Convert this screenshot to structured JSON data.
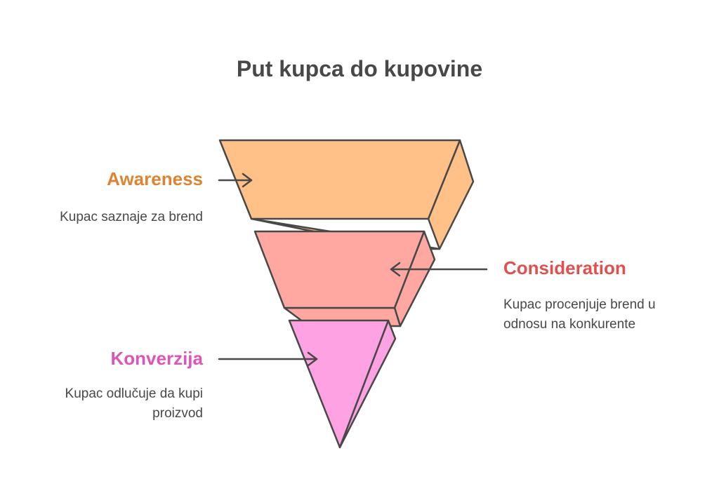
{
  "title": "Put kupca do kupovine",
  "stages": [
    {
      "label": "Awareness",
      "description": "Kupac saznaje za brend",
      "label_color": "#DE8431",
      "front_color": "#FFC187",
      "side_color": "#FFC187"
    },
    {
      "label": "Consideration",
      "description_lines": [
        "Kupac procenjuje brend u",
        "odnosu na konkurente"
      ],
      "label_color": "#E0504F",
      "front_color": "#FFA8A1",
      "side_color": "#FFA8A1"
    },
    {
      "label": "Konverzija",
      "description_lines": [
        "Kupac odlučuje da kupi",
        "proizvod"
      ],
      "label_color": "#DD55B6",
      "front_color": "#FFA2E3",
      "side_color": "#FFA2E3"
    }
  ],
  "outline_color": "#484848"
}
